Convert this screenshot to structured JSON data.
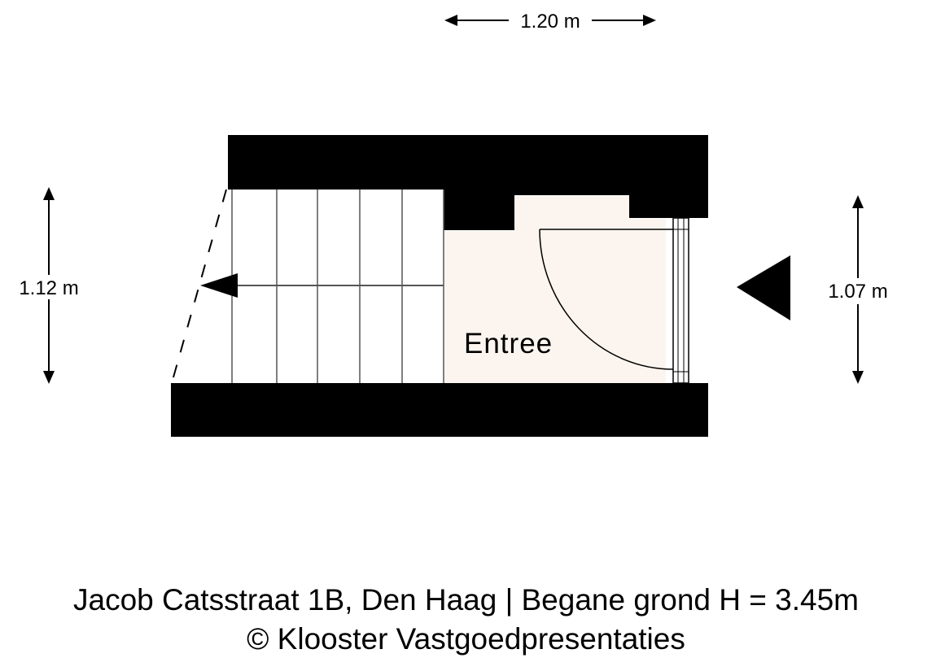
{
  "dimensions": {
    "top_width": "1.20 m",
    "left_height": "1.12 m",
    "right_height": "1.07 m"
  },
  "rooms": [
    {
      "label": "Entree"
    }
  ],
  "footer": {
    "title": "Jacob Catsstraat 1B, Den Haag | Begane grond H = 3.45m",
    "copyright": "© Klooster Vastgoedpresentaties"
  },
  "colors": {
    "wall": "#000000",
    "entree_fill": "#fcf5ef",
    "background": "#ffffff",
    "stair_lines": "#555555"
  }
}
